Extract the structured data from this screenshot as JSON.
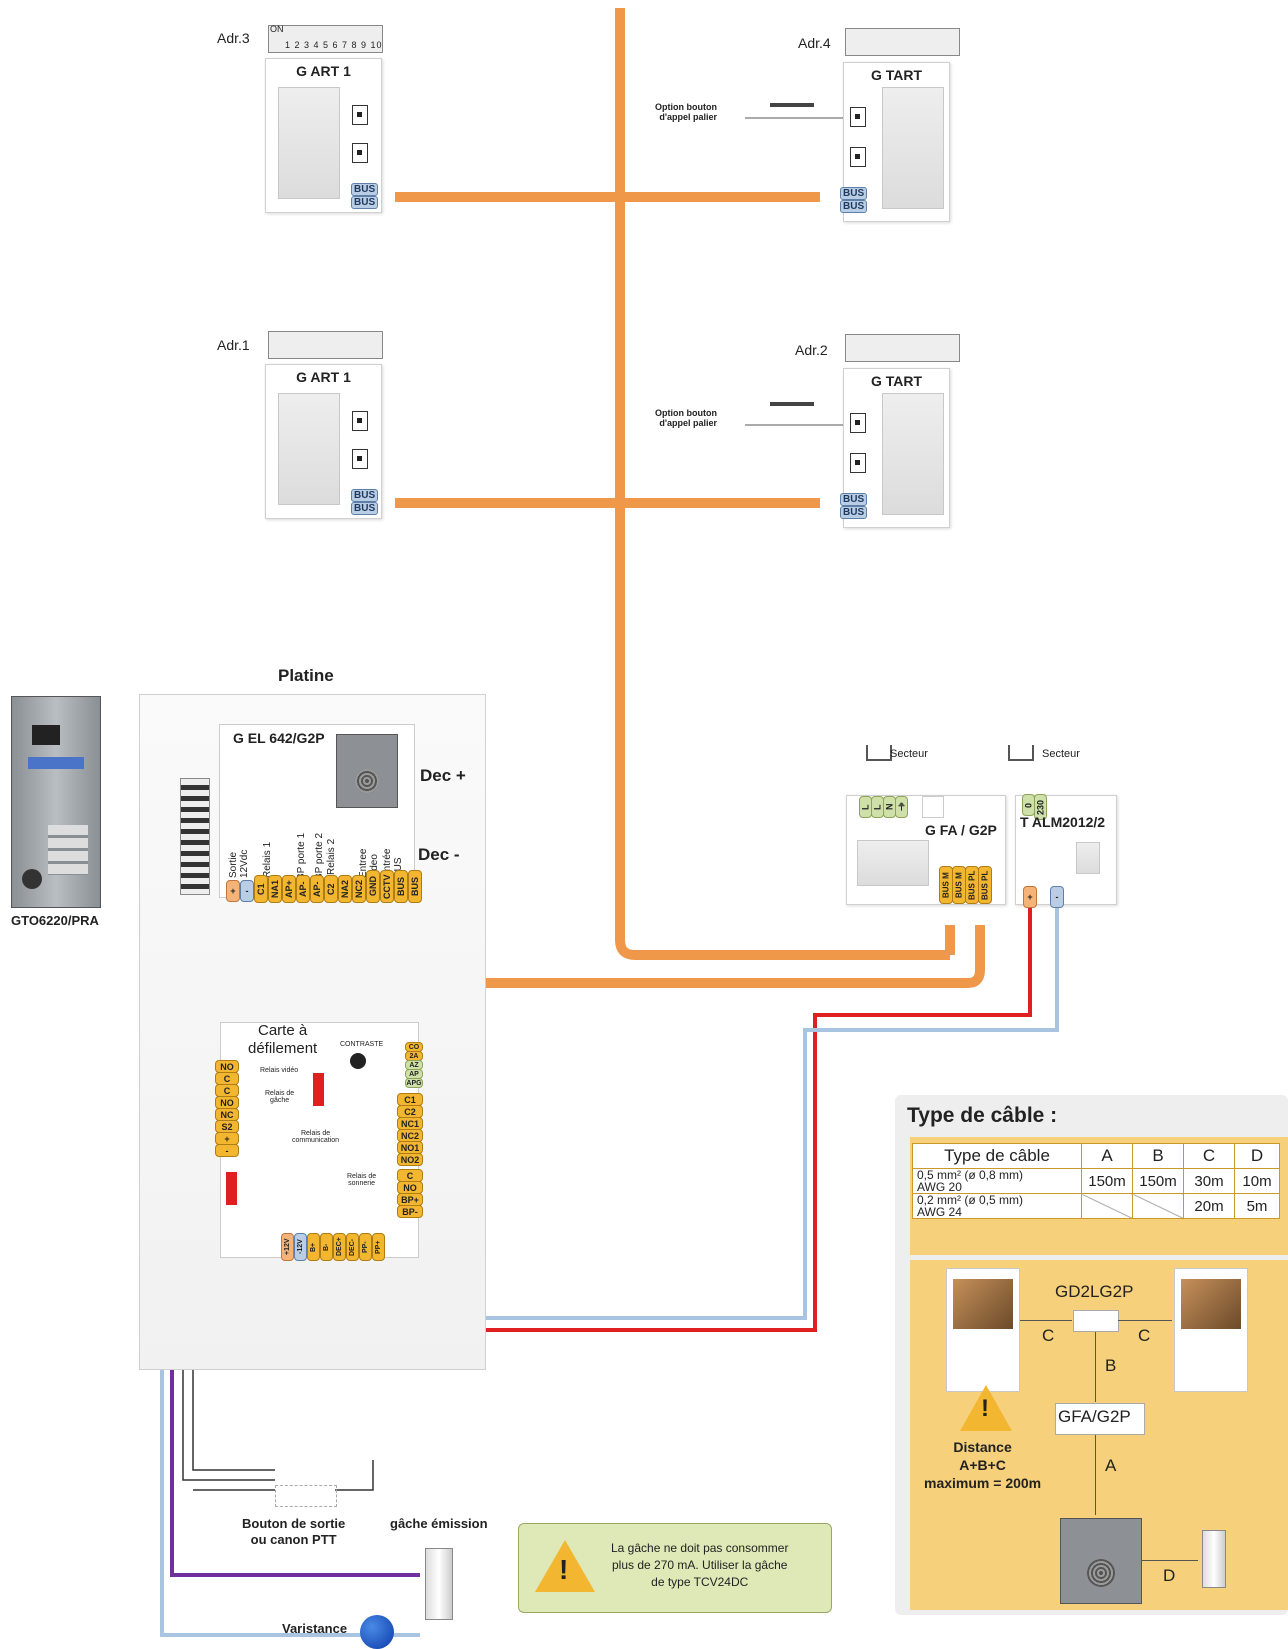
{
  "stations": {
    "adr3": {
      "addr": "Adr.3",
      "name": "G ART 1",
      "bus1": "BUS",
      "bus2": "BUS"
    },
    "adr4": {
      "addr": "Adr.4",
      "name": "G TART",
      "bus1": "BUS",
      "bus2": "BUS",
      "option": "Option bouton\nd'appel palier"
    },
    "adr1": {
      "addr": "Adr.1",
      "name": "G ART 1",
      "bus1": "BUS",
      "bus2": "BUS"
    },
    "adr2": {
      "addr": "Adr.2",
      "name": "G TART",
      "bus1": "BUS",
      "bus2": "BUS",
      "option": "Option bouton\nd'appel palier"
    }
  },
  "dip": {
    "on_label": "ON",
    "numbers": "1 2 3 4 5 6 7 8 9 10"
  },
  "platine": {
    "title": "Platine",
    "device": "G EL 642/G2P",
    "dec_plus": "Dec +",
    "dec_minus": "Dec -",
    "terminal_labels": [
      "Sortie\n12Vdc",
      "Relais 1",
      "BP porte 1",
      "BP porte 2",
      "Relais 2",
      "Entree\nvideo",
      "Entrée\nBUS"
    ],
    "terminals": [
      "+",
      "-",
      "C1",
      "NA1",
      "AP+",
      "AP-",
      "AP-",
      "C2",
      "NA2",
      "NC2",
      "GND",
      "CCTV",
      "BUS",
      "BUS"
    ]
  },
  "panel_photo": {
    "name": "GTO6220/PRA"
  },
  "carte": {
    "title": "Carte à\ndéfilement",
    "contraste": "CONTRASTE",
    "left_terms": [
      "NO",
      "C",
      "C",
      "NO",
      "NC",
      "S2",
      "+",
      "-"
    ],
    "relais_video": "Relais vidéo",
    "relais_gache": "Relais de\ngâche",
    "relais_comm": "Relais de\ncommunication",
    "relais_sonnerie": "Relais de\nsonnerie",
    "top_right": [
      "CO",
      "2A",
      "AZ",
      "AP",
      "APG"
    ],
    "right_terms": [
      "C1",
      "C2",
      "NC1",
      "NC2",
      "NO1",
      "NO2",
      "C",
      "NO",
      "BP+",
      "BP-"
    ],
    "bottom_terms": [
      "+12V",
      "-12V",
      "B+",
      "B-",
      "DEC+",
      "DEC-",
      "PP-",
      "PP+"
    ]
  },
  "alim": {
    "gfa": {
      "name": "G FA / G2P",
      "secteur": "Secteur",
      "mains": [
        "L",
        "L",
        "N",
        "⏚"
      ],
      "bus": [
        "BUS M",
        "BUS M",
        "BUS PL",
        "BUS PL"
      ]
    },
    "talm": {
      "name": "T ALM2012/2",
      "secteur": "Secteur",
      "mains": [
        "0",
        "230"
      ],
      "plus": "+",
      "minus": "-"
    }
  },
  "exit": {
    "button": "Bouton de sortie\nou canon PTT",
    "gache": "gâche émission",
    "varistance": "Varistance"
  },
  "warning": {
    "text": "La gâche ne doit pas consommer\nplus de 270 mA. Utiliser la gâche\nde type TCV24DC"
  },
  "cable": {
    "title": "Type de câble :",
    "headers": [
      "Type de câble",
      "A",
      "B",
      "C",
      "D"
    ],
    "rows": [
      {
        "type": "0,5 mm² (ø 0,8 mm)",
        "awg": "AWG 20",
        "A": "150m",
        "B": "150m",
        "C": "30m",
        "D": "10m"
      },
      {
        "type": "0,2 mm² (ø 0,5 mm)",
        "awg": "AWG 24",
        "A": "",
        "B": "",
        "C": "20m",
        "D": "5m"
      }
    ],
    "gd2lg2p": "GD2LG2P",
    "gfa": "GFA/G2P",
    "labels": {
      "C1": "C",
      "C2": "C",
      "B": "B",
      "A": "A",
      "D": "D"
    },
    "distance": "Distance\nA+B+C\nmaximum = 200m"
  },
  "colors": {
    "orange": "#f0984a",
    "red": "#e02020",
    "blue": "#a9c4e0",
    "purple": "#7030a0",
    "grey": "#bdbdbd",
    "accent": "#f6d07a"
  }
}
